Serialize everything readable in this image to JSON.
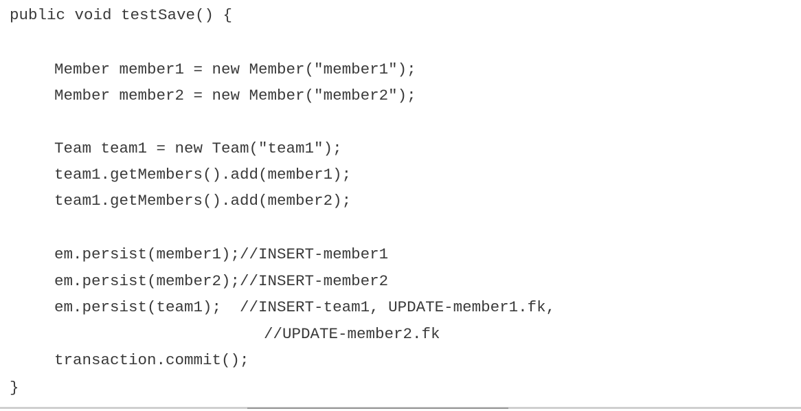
{
  "code": {
    "signature": "public void testSave() {",
    "member1_decl": "Member member1 = new Member(\"member1\");",
    "member2_decl": "Member member2 = new Member(\"member2\");",
    "team1_decl": "Team team1 = new Team(\"team1\");",
    "add_member1": "team1.getMembers().add(member1);",
    "add_member2": "team1.getMembers().add(member2);",
    "persist_member1": "em.persist(member1);//INSERT-member1",
    "persist_member2": "em.persist(member2);//INSERT-member2",
    "persist_team1": "em.persist(team1);  //INSERT-team1, UPDATE-member1.fk,",
    "persist_team1_comment_cont": "//UPDATE-member2.fk",
    "commit": "transaction.commit();",
    "closing_brace": "}"
  }
}
